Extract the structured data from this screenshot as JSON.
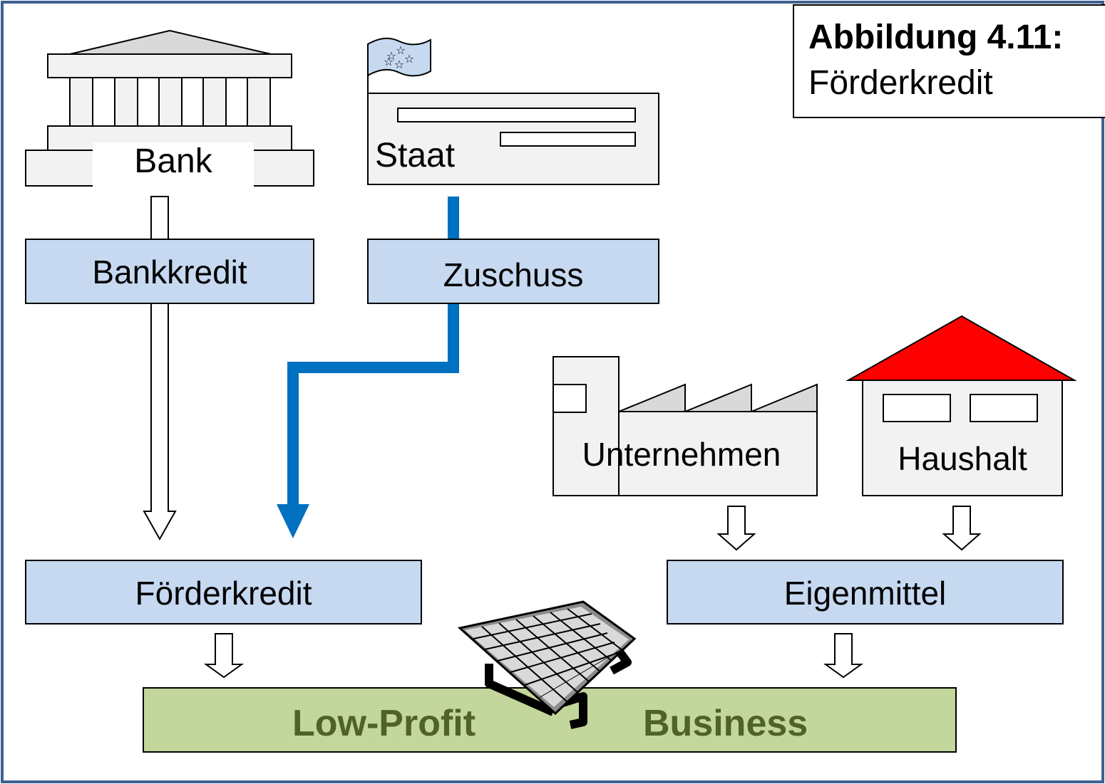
{
  "title": {
    "line1": "Abbildung 4.11:",
    "line2": "Förderkredit"
  },
  "nodes": {
    "bank": "Bank",
    "staat": "Staat",
    "bankkredit": "Bankkredit",
    "zuschuss": "Zuschuss",
    "unternehmen": "Unternehmen",
    "haushalt": "Haushalt",
    "foerderkredit": "Förderkredit",
    "eigenmittel": "Eigenmittel",
    "business_left": "Low-Profit",
    "business_right": "Business"
  },
  "icons": {
    "bank": "bank-building-icon",
    "staat": "government-building-icon",
    "flag": "flag-icon",
    "factory": "factory-icon",
    "house": "house-icon",
    "solar": "solar-panel-icon"
  },
  "colors": {
    "box_fill": "#c6d9f1",
    "flow_blue": "#0070c0",
    "business_fill": "#c3d69b",
    "business_text": "#4f6228",
    "roof_red": "#ff0000",
    "building_fill": "#f2f2f2",
    "frame": "#3f5f8f"
  }
}
